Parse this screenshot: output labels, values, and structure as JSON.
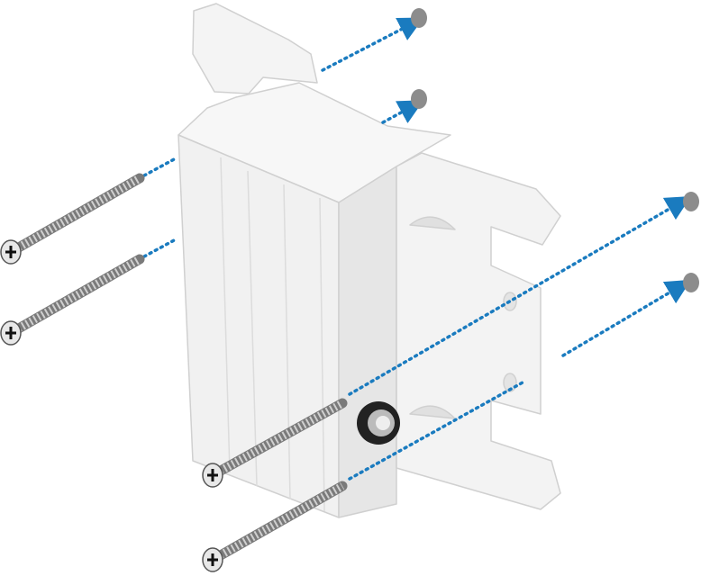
{
  "colors": {
    "bracket": "#f2f2f2",
    "bracket_shade": "#e2e2e2",
    "bracket_edge": "#cfcfcf",
    "screw": "#9a9a9a",
    "guide_line": "#1a7bbf",
    "anchor": "#8a8a8a"
  },
  "icons": [
    "mounting-bracket",
    "screw",
    "wall-anchor",
    "dotted-guide-arrow",
    "rubber-grommet"
  ]
}
